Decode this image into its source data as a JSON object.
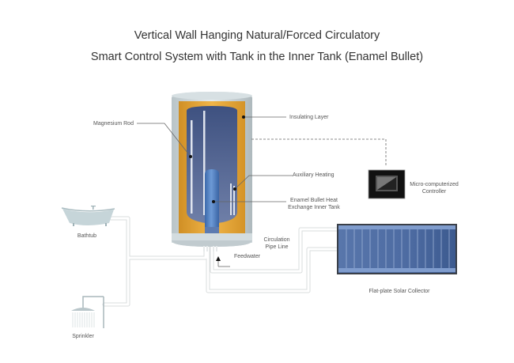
{
  "title": {
    "line1": "Vertical Wall Hanging Natural/Forced Circulatory",
    "line2": "Smart Control System with Tank in the Inner Tank (Enamel Bullet)"
  },
  "labels": {
    "magnesium_rod": "Magnesium Rod",
    "insulating_layer": "Insulating Layer",
    "auxiliary_heating": "Auxiliary Heating",
    "enamel_bullet_1": "Enamel Bullet Heat",
    "enamel_bullet_2": "Exchange Inner Tank",
    "controller_1": "Micro-computerized",
    "controller_2": "Controller",
    "circulation_1": "Circulation",
    "circulation_2": "Pipe Line",
    "feedwater": "Feedwater",
    "solar_collector": "Flat-plate Solar Collector",
    "bathtub": "Bathtub",
    "sprinkler": "Sprinkler"
  },
  "colors": {
    "shell": "#c8d2d6",
    "insulation": "#e3a53a",
    "inner_tank": "#4a5f8e",
    "bullet": "#4d7cc0",
    "pipe": "#e6e8e9",
    "panel": "#4e6da3",
    "controller": "#111111"
  }
}
